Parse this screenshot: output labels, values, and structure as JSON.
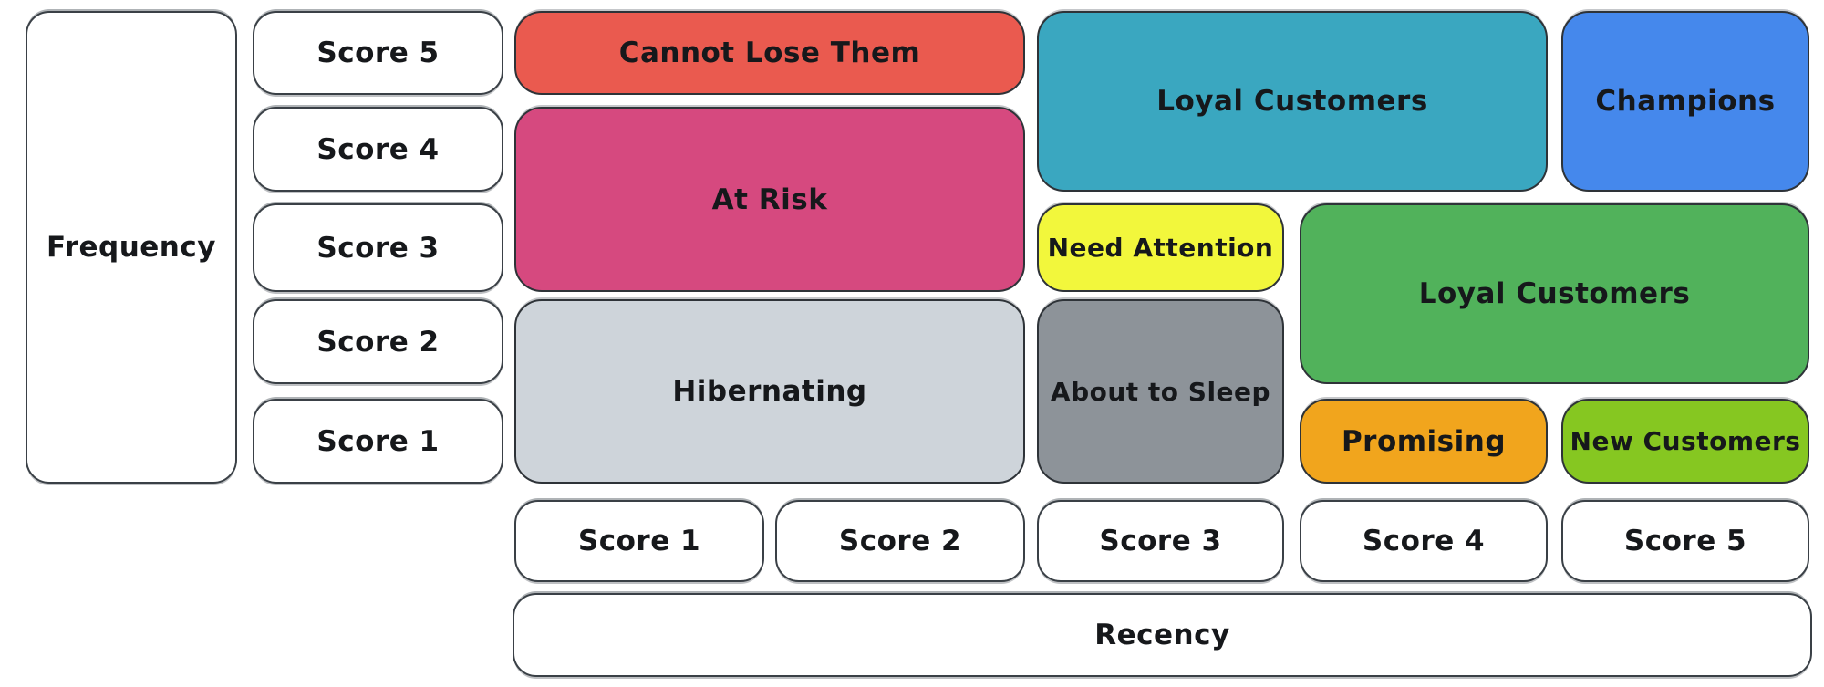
{
  "frequency_axis": {
    "label": "Frequency",
    "scores": [
      "Score 5",
      "Score 4",
      "Score 3",
      "Score 2",
      "Score 1"
    ]
  },
  "recency_axis": {
    "label": "Recency",
    "scores": [
      "Score 1",
      "Score 2",
      "Score 3",
      "Score 4",
      "Score 5"
    ]
  },
  "segments": [
    {
      "label": "Cannot Lose Them",
      "color": "#ea5a4f",
      "recency_span": [
        1,
        2
      ],
      "frequency_span": [
        5,
        5
      ]
    },
    {
      "label": "At Risk",
      "color": "#d6497f",
      "recency_span": [
        1,
        2
      ],
      "frequency_span": [
        3,
        4
      ]
    },
    {
      "label": "Hibernating",
      "color": "#ced4da",
      "recency_span": [
        1,
        2
      ],
      "frequency_span": [
        1,
        2
      ]
    },
    {
      "label": "Loyal Customers",
      "color": "#3aa7c0",
      "recency_span": [
        3,
        4
      ],
      "frequency_span": [
        4,
        5
      ]
    },
    {
      "label": "Champions",
      "color": "#4588ec",
      "recency_span": [
        5,
        5
      ],
      "frequency_span": [
        4,
        5
      ]
    },
    {
      "label": "Need Attention",
      "color": "#f2f73c",
      "recency_span": [
        3,
        3
      ],
      "frequency_span": [
        3,
        3
      ]
    },
    {
      "label": "About to Sleep",
      "color": "#8d9399",
      "recency_span": [
        3,
        3
      ],
      "frequency_span": [
        1,
        2
      ]
    },
    {
      "label": "Loyal Customers",
      "color": "#51b25b",
      "recency_span": [
        4,
        5
      ],
      "frequency_span": [
        2,
        3
      ]
    },
    {
      "label": "Promising",
      "color": "#f1a51d",
      "recency_span": [
        4,
        4
      ],
      "frequency_span": [
        1,
        1
      ]
    },
    {
      "label": "New Customers",
      "color": "#86c721",
      "recency_span": [
        5,
        5
      ],
      "frequency_span": [
        1,
        1
      ]
    }
  ],
  "colors": {
    "background": "#ffffff",
    "box_border": "#3a4046",
    "text": "#16181b"
  }
}
